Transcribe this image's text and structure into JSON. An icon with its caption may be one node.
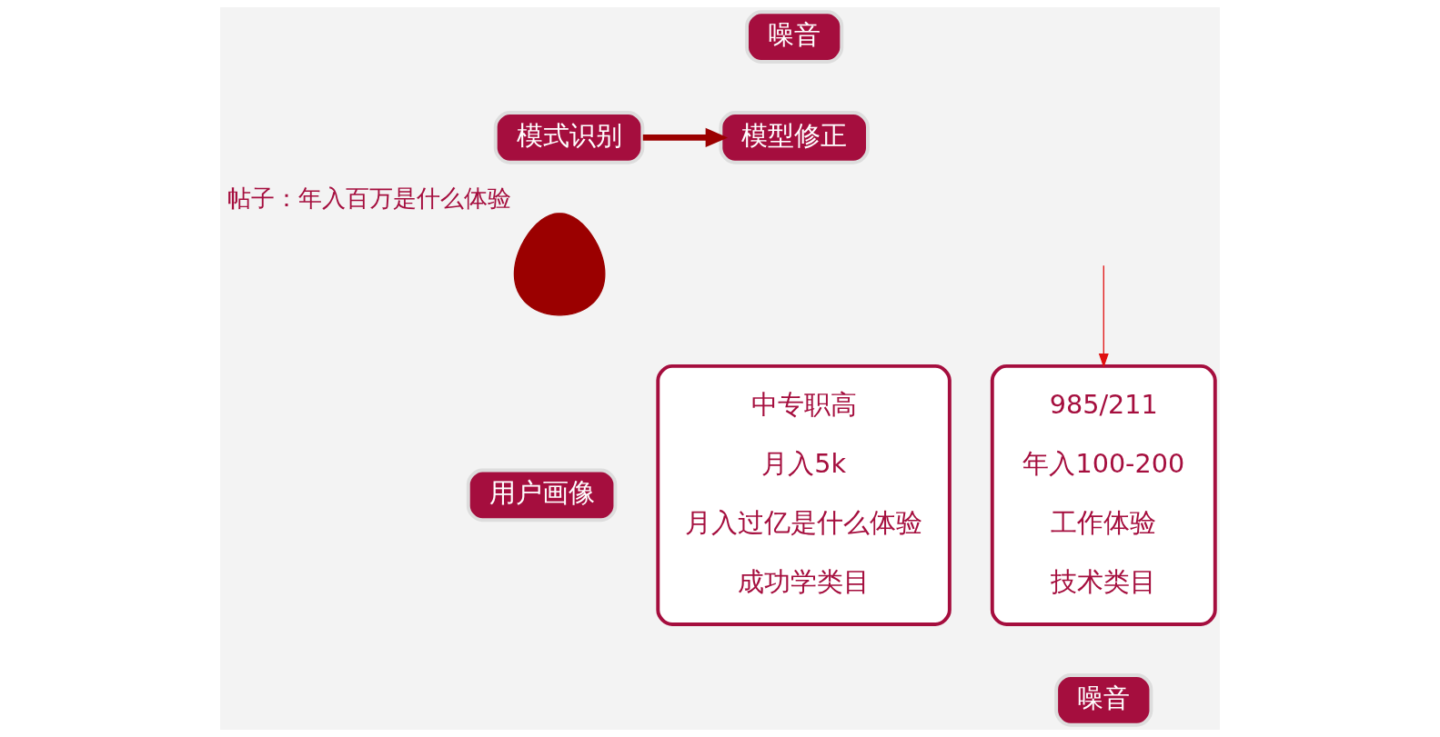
{
  "diagram": {
    "nodes": [
      {
        "text": [
          "模式识别"
        ]
      },
      {
        "text": [
          "噪音"
        ]
      },
      {
        "text": [
          "模型修正"
        ]
      },
      {
        "text": [],
        "shape": "person",
        "beside": [
          "帖子：年入百万是什么体验"
        ]
      },
      {
        "text": [
          "用户画像"
        ]
      },
      {
        "text": [
          "中专职高",
          "月入5k",
          "月入过亿是什么体验",
          "成功学类目"
        ]
      },
      {
        "text": [
          "985/211",
          "年入100-200",
          "工作体验",
          "技术类目"
        ]
      },
      {
        "text": [
          "噪音"
        ]
      }
    ],
    "edges": [
      {
        "from": 0,
        "to": 2,
        "arrow": "to",
        "style": "thick",
        "color": "#9b0000"
      },
      {
        "from": null,
        "to": 6,
        "arrow": "to",
        "color": "#e01010"
      }
    ]
  }
}
